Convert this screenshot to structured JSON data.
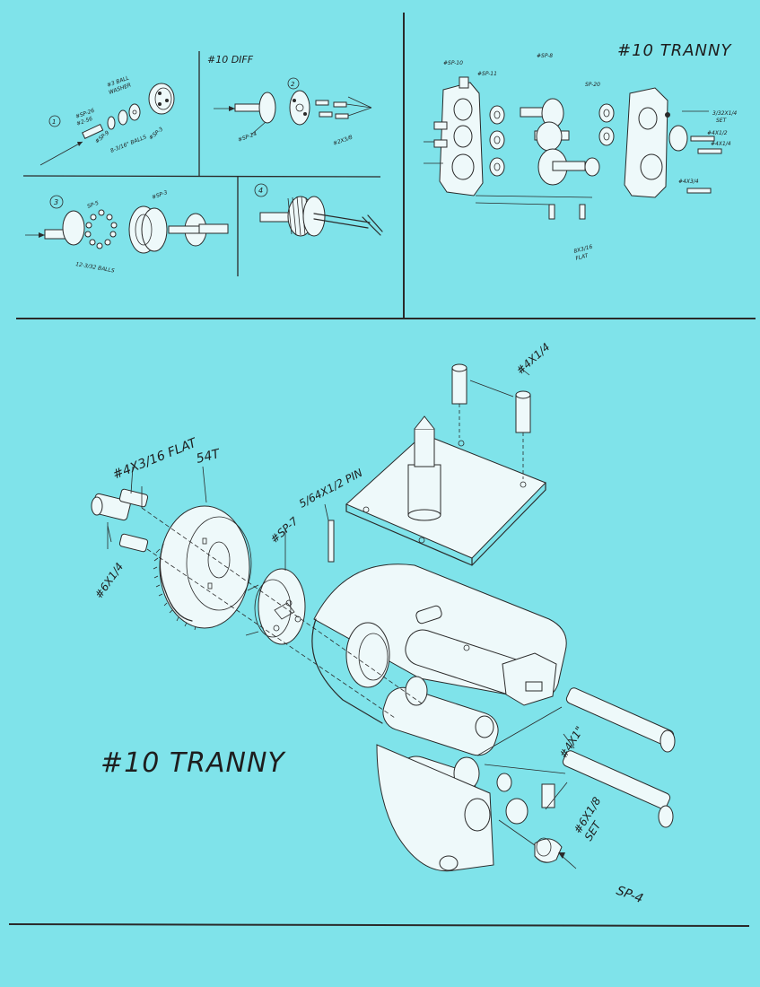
{
  "top_left": {
    "diff_title": "#10 DIFF",
    "step_1": "1",
    "step_2": "2",
    "step_3": "3",
    "step_4": "4",
    "s1_labels": [
      "#SP-26",
      "#2-56",
      "#3 BALL",
      "WASHER",
      "#SP-9",
      "#SP-3",
      "8-3/16\" BALLS"
    ],
    "s2_labels": [
      "#SP-24",
      "#2X3/8"
    ],
    "s3_labels": [
      "SP-5",
      "#SP-3",
      "12-3/32 BALLS"
    ]
  },
  "top_right": {
    "title": "#10 TRANNY",
    "labels": [
      "#SP-10",
      "#SP-11",
      "#SP-8",
      "SP-20",
      "3/32X1/4",
      "SET",
      "#4X1/2",
      "#4X1/4",
      "#4X3/4",
      "8X3/16",
      "FLAT"
    ]
  },
  "bottom": {
    "title": "#10 TRANNY",
    "label_4x3_16_flat": "#4X3/16 FLAT",
    "label_54t": "54T",
    "label_pin": "5/64X1/2 PIN",
    "label_sp7": "#SP-7",
    "label_6x1_4": "#6X1/4",
    "label_4x1_4": "#4X1/4",
    "label_4x1": "#4X1\"",
    "label_6x1_8": "#6X1/8",
    "label_set": "SET",
    "label_sp4": "SP-4"
  },
  "colors": {
    "paper": "#7fe3ea",
    "ink": "#2a2a2a"
  }
}
